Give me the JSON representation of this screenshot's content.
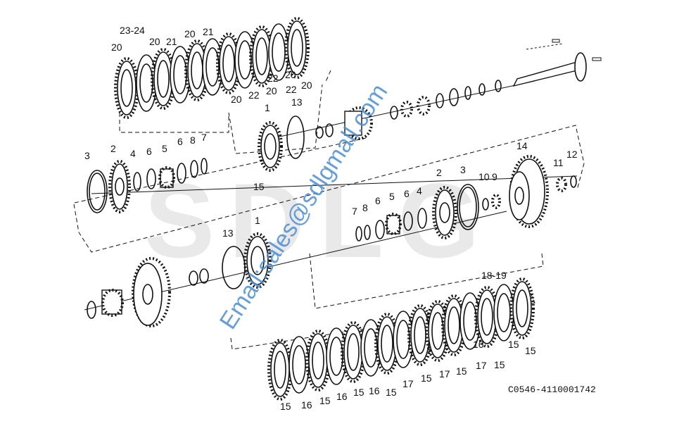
{
  "watermark": {
    "brand": "SDLG",
    "email": "Email:sales@sdlgmall.com"
  },
  "part_code": "C0546-4110001742",
  "callouts": {
    "top_stack": [
      "23-24",
      "20",
      "21",
      "20",
      "21",
      "20",
      "20",
      "22",
      "20",
      "22",
      "20",
      "22",
      "20"
    ],
    "upper_row": [
      "3",
      "2",
      "4",
      "6",
      "5",
      "6",
      "8",
      "7",
      "1",
      "13",
      "15"
    ],
    "middle_row": [
      "2",
      "3",
      "10",
      "9",
      "14",
      "11",
      "12",
      "7",
      "8",
      "6",
      "5",
      "6",
      "4"
    ],
    "lower_row": [
      "13",
      "1"
    ],
    "bottom_stack": [
      "18-19",
      "15",
      "15",
      "17",
      "15",
      "17",
      "15",
      "17",
      "15",
      "16",
      "15",
      "16",
      "15",
      "16",
      "15",
      "16",
      "15"
    ]
  }
}
